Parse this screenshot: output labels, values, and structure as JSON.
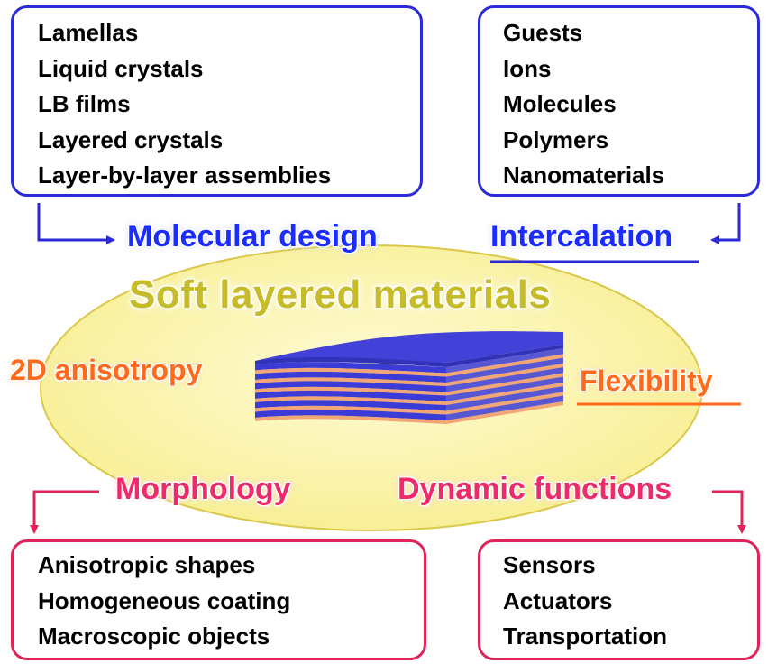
{
  "top_left_box": {
    "items": [
      "Lamellas",
      "Liquid crystals",
      "LB films",
      "Layered crystals",
      "Layer-by-layer assemblies"
    ]
  },
  "top_right_box": {
    "items": [
      "Guests",
      "Ions",
      "Molecules",
      "Polymers",
      "Nanomaterials"
    ]
  },
  "bottom_left_box": {
    "items": [
      "Anisotropic shapes",
      "Homogeneous coating",
      "Macroscopic objects"
    ]
  },
  "bottom_right_box": {
    "items": [
      "Sensors",
      "Actuators",
      "Transportation"
    ]
  },
  "labels": {
    "molecular_design": "Molecular design",
    "intercalation": "Intercalation",
    "center_title": "Soft layered materials",
    "anisotropy": "2D anisotropy",
    "flexibility": "Flexibility",
    "morphology": "Morphology",
    "dynamic_functions": "Dynamic functions"
  },
  "colors": {
    "blue": "#2a2ad8",
    "red": "#e0245a",
    "orange": "#ff6a1c",
    "ellipse_fill": "#fbf5a6",
    "ellipse_stroke": "#d9c84a",
    "layer_blue": "#3b3bd6",
    "layer_orange": "#f2a676"
  }
}
